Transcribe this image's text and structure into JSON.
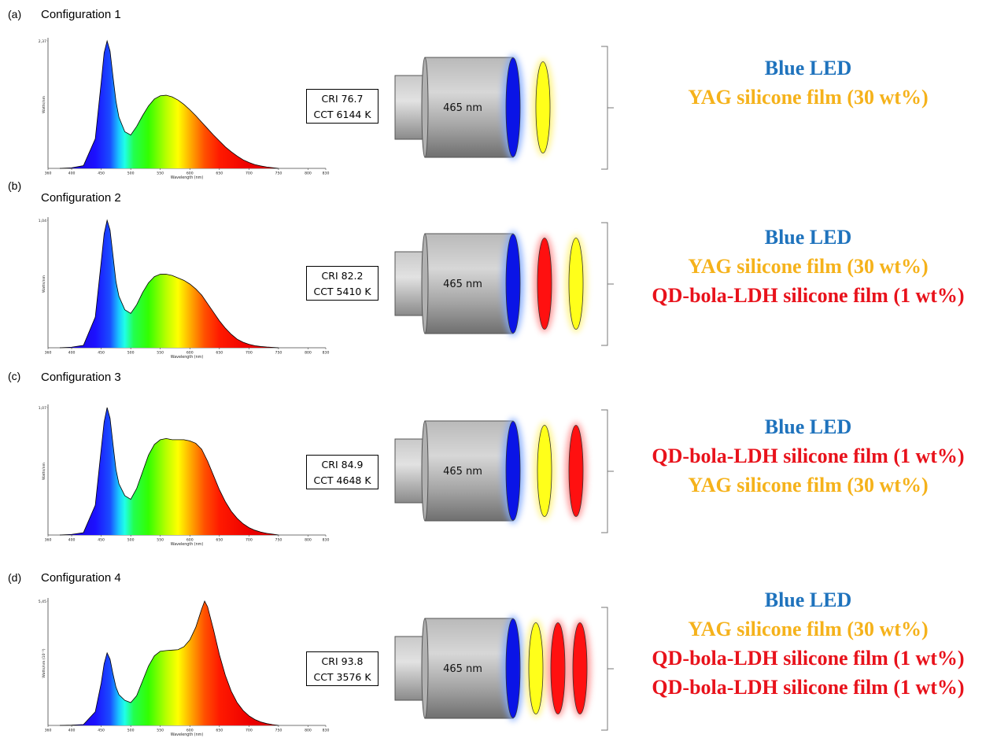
{
  "colors": {
    "blue_led": "#1f73bd",
    "yag": "#f5b21b",
    "qd": "#e8121b",
    "film_blue": "#0a14e6",
    "film_yellow": "#ffff1a",
    "film_red": "#ff1010"
  },
  "panels": [
    {
      "label": "(a)",
      "title": "Configuration 1",
      "cri_text": "CRI 76.7",
      "cct_text": "CCT 6144 K",
      "peak_label": "2,37",
      "device_label": "465 nm",
      "films": [
        "blue",
        "yellow"
      ],
      "layers": [
        {
          "text": "Blue LED",
          "color": "blue"
        },
        {
          "text": "YAG silicone film (30 wt%)",
          "color": "yag"
        }
      ]
    },
    {
      "label": "(b)",
      "title": "Configuration 2",
      "cri_text": "CRI 82.2",
      "cct_text": "CCT 5410 K",
      "peak_label": "1,04",
      "device_label": "465 nm",
      "films": [
        "blue",
        "red",
        "yellow"
      ],
      "layers": [
        {
          "text": "Blue LED",
          "color": "blue"
        },
        {
          "text": "YAG silicone film (30 wt%)",
          "color": "yag"
        },
        {
          "text": "QD-bola-LDH silicone film (1 wt%)",
          "color": "qd"
        }
      ]
    },
    {
      "label": "(c)",
      "title": "Configuration 3",
      "cri_text": "CRI 84.9",
      "cct_text": "CCT 4648 K",
      "peak_label": "1,07",
      "device_label": "465 nm",
      "films": [
        "blue",
        "yellow",
        "red"
      ],
      "layers": [
        {
          "text": "Blue LED",
          "color": "blue"
        },
        {
          "text": "QD-bola-LDH silicone film (1 wt%)",
          "color": "qd"
        },
        {
          "text": "YAG silicone film (30 wt%)",
          "color": "yag"
        }
      ]
    },
    {
      "label": "(d)",
      "title": "Configuration 4",
      "cri_text": "CRI 93.8",
      "cct_text": "CCT 3576 K",
      "peak_label": "5,45",
      "device_label": "465 nm",
      "films": [
        "blue",
        "yellow",
        "red",
        "red"
      ],
      "layers": [
        {
          "text": "Blue LED",
          "color": "blue"
        },
        {
          "text": "YAG silicone film (30 wt%)",
          "color": "yag"
        },
        {
          "text": "QD-bola-LDH silicone film (1 wt%)",
          "color": "qd"
        },
        {
          "text": "QD-bola-LDH silicone film (1 wt%)",
          "color": "qd"
        }
      ]
    }
  ],
  "chart_data": [
    {
      "type": "area",
      "xlabel": "Wavelength (nm)",
      "ylabel": "Watts/nm",
      "xlim": [
        360,
        830
      ],
      "x_ticks": [
        "360",
        "400",
        "450",
        "500",
        "550",
        "600",
        "650",
        "700",
        "750",
        "800",
        "830"
      ],
      "x": [
        380,
        400,
        420,
        440,
        450,
        455,
        460,
        465,
        470,
        475,
        480,
        490,
        500,
        510,
        520,
        530,
        540,
        550,
        560,
        570,
        580,
        590,
        600,
        610,
        620,
        630,
        640,
        650,
        660,
        670,
        680,
        690,
        700,
        710,
        720,
        730,
        740,
        750
      ],
      "values": [
        0,
        0.01,
        0.05,
        0.55,
        1.6,
        2.15,
        2.37,
        2.18,
        1.7,
        1.25,
        0.95,
        0.68,
        0.62,
        0.78,
        0.98,
        1.16,
        1.29,
        1.35,
        1.36,
        1.33,
        1.27,
        1.19,
        1.09,
        0.98,
        0.86,
        0.74,
        0.62,
        0.51,
        0.4,
        0.31,
        0.23,
        0.16,
        0.11,
        0.07,
        0.045,
        0.025,
        0.012,
        0
      ]
    },
    {
      "type": "area",
      "xlabel": "Wavelength (nm)",
      "ylabel": "Watts/nm",
      "xlim": [
        360,
        830
      ],
      "x_ticks": [
        "360",
        "400",
        "450",
        "500",
        "550",
        "600",
        "650",
        "700",
        "750",
        "800",
        "830"
      ],
      "x": [
        380,
        400,
        420,
        440,
        450,
        455,
        460,
        465,
        470,
        475,
        480,
        490,
        500,
        510,
        520,
        530,
        540,
        550,
        560,
        570,
        580,
        590,
        600,
        610,
        620,
        630,
        640,
        650,
        660,
        670,
        680,
        690,
        700,
        710,
        720,
        730,
        740,
        750
      ],
      "values": [
        0,
        0.005,
        0.02,
        0.25,
        0.7,
        0.93,
        1.04,
        0.96,
        0.75,
        0.54,
        0.42,
        0.31,
        0.28,
        0.35,
        0.45,
        0.53,
        0.58,
        0.6,
        0.6,
        0.59,
        0.57,
        0.55,
        0.52,
        0.48,
        0.43,
        0.36,
        0.29,
        0.22,
        0.16,
        0.11,
        0.07,
        0.045,
        0.028,
        0.017,
        0.01,
        0.006,
        0.003,
        0
      ]
    },
    {
      "type": "area",
      "xlabel": "Wavelength (nm)",
      "ylabel": "Watts/nm",
      "xlim": [
        360,
        830
      ],
      "x_ticks": [
        "360",
        "400",
        "450",
        "500",
        "550",
        "600",
        "650",
        "700",
        "750",
        "800",
        "830"
      ],
      "x": [
        380,
        400,
        420,
        440,
        450,
        455,
        460,
        465,
        470,
        475,
        480,
        490,
        500,
        510,
        520,
        530,
        540,
        550,
        560,
        570,
        580,
        590,
        600,
        610,
        620,
        630,
        640,
        650,
        660,
        670,
        680,
        690,
        700,
        710,
        720,
        730,
        740,
        750
      ],
      "values": [
        0,
        0.005,
        0.02,
        0.25,
        0.72,
        0.95,
        1.07,
        0.98,
        0.76,
        0.55,
        0.43,
        0.33,
        0.3,
        0.39,
        0.53,
        0.67,
        0.76,
        0.8,
        0.81,
        0.8,
        0.8,
        0.8,
        0.79,
        0.77,
        0.72,
        0.62,
        0.5,
        0.38,
        0.28,
        0.2,
        0.14,
        0.095,
        0.062,
        0.04,
        0.025,
        0.014,
        0.007,
        0
      ]
    },
    {
      "type": "area",
      "xlabel": "Wavelength (nm)",
      "ylabel": "Watts/nm (10⁻³)",
      "xlim": [
        360,
        830
      ],
      "x_ticks": [
        "360",
        "400",
        "450",
        "500",
        "550",
        "600",
        "650",
        "700",
        "750",
        "800",
        "830"
      ],
      "x": [
        380,
        400,
        420,
        440,
        450,
        455,
        460,
        465,
        470,
        475,
        480,
        490,
        500,
        510,
        520,
        530,
        540,
        550,
        560,
        570,
        580,
        590,
        600,
        610,
        620,
        625,
        630,
        640,
        650,
        660,
        670,
        680,
        690,
        700,
        710,
        720,
        730,
        740,
        750
      ],
      "values": [
        0,
        0.01,
        0.04,
        0.6,
        1.85,
        2.7,
        3.18,
        2.9,
        2.25,
        1.68,
        1.35,
        1.1,
        1.0,
        1.3,
        1.95,
        2.6,
        3.05,
        3.25,
        3.28,
        3.3,
        3.32,
        3.45,
        3.75,
        4.3,
        5.1,
        5.45,
        5.2,
        4.2,
        3.1,
        2.2,
        1.5,
        1.0,
        0.66,
        0.42,
        0.26,
        0.15,
        0.08,
        0.035,
        0
      ]
    }
  ]
}
